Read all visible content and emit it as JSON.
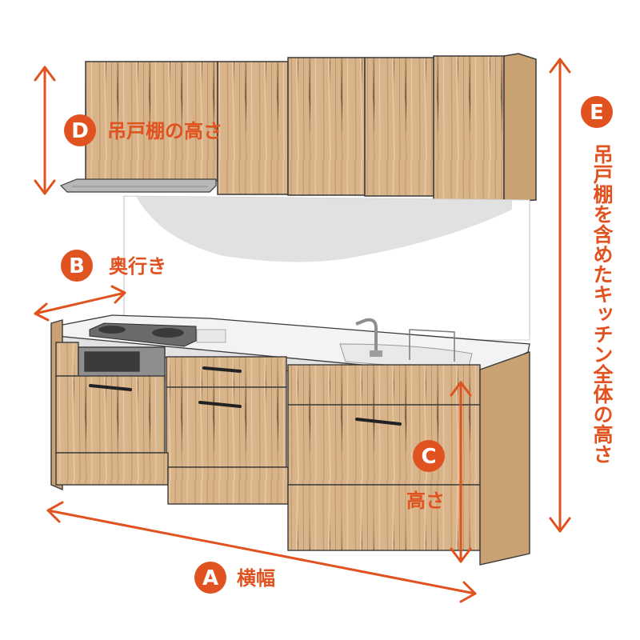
{
  "colors": {
    "accent": "#e0521f",
    "wood": "#d9b48a",
    "wood_dark": "#b98e5f",
    "counter": "#f2f2f2",
    "outline": "#3a3a3a"
  },
  "dimensions": {
    "a": {
      "letter": "A",
      "label": "横幅"
    },
    "b": {
      "letter": "B",
      "label": "奥行き"
    },
    "c": {
      "letter": "C",
      "label": "高さ"
    },
    "d": {
      "letter": "D",
      "label": "吊戸棚の高さ"
    },
    "e": {
      "letter": "E",
      "label": "吊戸棚を含めたキッチン全体の高さ"
    }
  }
}
